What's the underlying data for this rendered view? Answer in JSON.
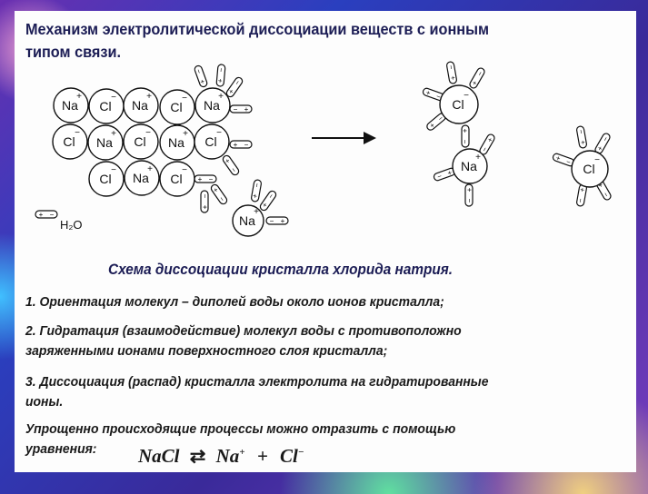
{
  "title": {
    "line1": "Механизм электролитической диссоциации веществ с ионным",
    "line2": "типом связи."
  },
  "diagram": {
    "na": "Na",
    "cl": "Cl",
    "plus": "+",
    "minus": "−",
    "water_label": "H₂O"
  },
  "caption": "Схема диссоциации кристалла хлорида натрия.",
  "steps": [
    {
      "lines": [
        "1. Ориентация молекул – диполей воды около ионов кристалла;"
      ]
    },
    {
      "lines": [
        "2. Гидратация (взаимодействие) молекул воды с противоположно",
        "заряженными ионами поверхностного слоя кристалла;"
      ]
    },
    {
      "lines": [
        "3. Диссоциация (распад) кристалла электролита на гидратированные",
        "ионы."
      ]
    }
  ],
  "summary": {
    "line1": "Упрощенно происходящие процессы можно отразить с помощью",
    "line2": "уравнения:"
  },
  "equation": {
    "lhs": "NaCl",
    "arrow": "⇄",
    "na": "Na",
    "na_charge": "+",
    "plus": "+",
    "cl": "Cl",
    "cl_charge": "−"
  }
}
